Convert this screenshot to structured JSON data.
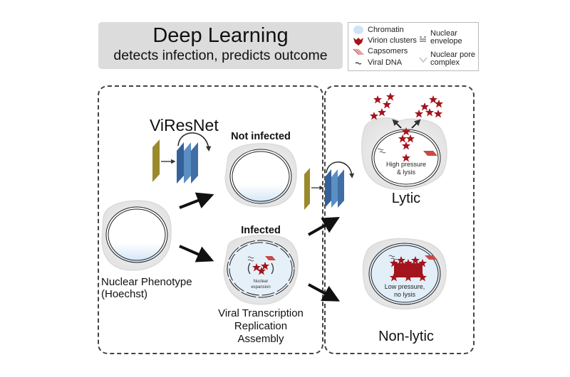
{
  "header": {
    "title": "Deep Learning",
    "subtitle": "detects infection, predicts outcome"
  },
  "legend": {
    "items": [
      {
        "icon": "chromatin-icon",
        "label": "Chromatin"
      },
      {
        "icon": "virion-clusters-icon",
        "label": "Virion clusters"
      },
      {
        "icon": "capsomers-icon",
        "label": "Capsomers"
      },
      {
        "icon": "viral-dna-icon",
        "label": "Viral DNA"
      },
      {
        "icon": "nuclear-envelope-icon",
        "label_line1": "Nuclear",
        "label_line2": "envelope"
      },
      {
        "icon": "nuclear-pore-complex-icon",
        "label_line1": "Nuclear pore",
        "label_line2": "complex"
      }
    ]
  },
  "left_panel": {
    "network_name": "ViResNet",
    "input_cell_label_line1": "Nuclear Phenotype",
    "input_cell_label_line2": "(Hoechst)",
    "not_infected_label": "Not infected",
    "infected_label": "Infected",
    "infected_inner_text_line1": "Nuclear",
    "infected_inner_text_line2": "expansion",
    "infected_caption_line1": "Viral Transcription",
    "infected_caption_line2": "Replication",
    "infected_caption_line3": "Assembly"
  },
  "right_panel": {
    "lytic_inner_line1": "High pressure",
    "lytic_inner_line2": "& lysis",
    "lytic_label": "Lytic",
    "nonlytic_inner_line1": "Low pressure,",
    "nonlytic_inner_line2": "no lysis",
    "nonlytic_label": "Non-lytic"
  },
  "colors": {
    "title_bg": "#dcdcdc",
    "input_layer": "#9b8a2b",
    "resnet_block": "#3f6fa5",
    "resnet_block_light": "#5b8fc4",
    "virion_red": "#a3141c",
    "chromatin_blue": "#cfe3f5",
    "cell_gray": "#ececec"
  }
}
